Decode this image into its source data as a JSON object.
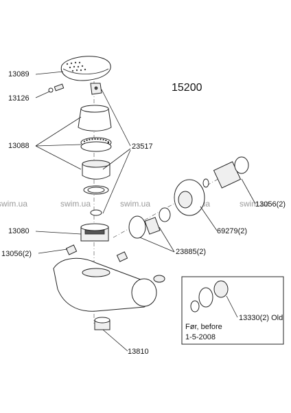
{
  "diagram": {
    "title": "15200",
    "labels": {
      "p13089": "13089",
      "p13126": "13126",
      "p13088": "13088",
      "p23517": "23517",
      "p13080": "13080",
      "p13056": "13056(2)",
      "p23885": "23885(2)",
      "p69279": "69279(2)",
      "p13810": "13810",
      "p13330": "13330(2) Old",
      "p13056r": "13056(2)"
    },
    "inset_note_line1": "Før, before",
    "inset_note_line2": "1-5-2008",
    "watermark": "swim.ua"
  }
}
